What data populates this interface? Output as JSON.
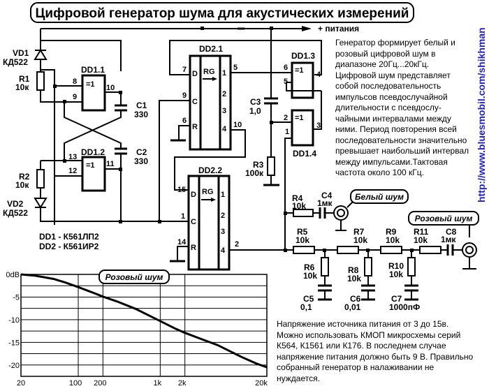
{
  "title": "Цифровой генератор шума для акустических измерений",
  "power_label": "+ питания",
  "url": "http://www.bluesmobil.com/shikhman",
  "description": "Генератор формирует белый и\nрозовый цифровой шум в\nдиапазоне 20Гц...20кГц.\nЦифровой шум представляет\nсобой последовательность\nимпульсов псевдослучайной\nдлительности с  псевдослу-\nчайными интервалами между\nними. Период повторения всей\nпоследовательности значительно\nпревышает наибольший интервал\nмежду импульсами.Тактовая\nчастота около 100 кГц.",
  "notes": "Напряжение источника питания от 3 до 15в.\nМожно использовать КМОП микросхемы серий\nК564, К1561 или К176. В последнем случае\nнапряжение питания должно быть 9 В. Правильно\nсобранный генератор в налаживании не\nнуждается.",
  "parts_list": [
    "DD1 - К561ЛП2",
    "DD2 - К561ИР2"
  ],
  "components": {
    "VD1": {
      "ref": "VD1",
      "value": "КД522"
    },
    "VD2": {
      "ref": "VD2",
      "value": "КД522"
    },
    "R1": {
      "ref": "R1",
      "value": "10к"
    },
    "R2": {
      "ref": "R2",
      "value": "10к"
    },
    "R3": {
      "ref": "R3",
      "value": "100к"
    },
    "R4": {
      "ref": "R4",
      "value": "10k"
    },
    "R5": {
      "ref": "R5",
      "value": "10k"
    },
    "R6": {
      "ref": "R6",
      "value": "10k"
    },
    "R7": {
      "ref": "R7",
      "value": "10k"
    },
    "R8": {
      "ref": "R8",
      "value": "10k"
    },
    "R9": {
      "ref": "R9",
      "value": "10k"
    },
    "R10": {
      "ref": "R10",
      "value": "10k"
    },
    "R11": {
      "ref": "R11",
      "value": "10k"
    },
    "C1": {
      "ref": "C1",
      "value": "330"
    },
    "C2": {
      "ref": "C2",
      "value": "330"
    },
    "C3": {
      "ref": "C3",
      "value": "1,0"
    },
    "C4": {
      "ref": "C4",
      "value": "1мк"
    },
    "C5": {
      "ref": "C5",
      "value": "0,1"
    },
    "C6": {
      "ref": "C6",
      "value": "0,01"
    },
    "C7": {
      "ref": "C7",
      "value": "1000пФ"
    },
    "C8": {
      "ref": "C8",
      "value": "1мк"
    }
  },
  "chips": {
    "DD1_1": {
      "ref": "DD1.1",
      "func": "=1",
      "pins": [
        "8",
        "9",
        "10"
      ]
    },
    "DD1_2": {
      "ref": "DD1.2",
      "func": "=1",
      "pins": [
        "13",
        "12",
        "11"
      ]
    },
    "DD1_3": {
      "ref": "DD1.3",
      "func": "=1",
      "pins": [
        "6",
        "5",
        "4"
      ]
    },
    "DD1_4": {
      "ref": "DD1.4",
      "func": "=1",
      "pins": [
        "2",
        "1",
        "3"
      ]
    },
    "DD2_1": {
      "ref": "DD2.1",
      "func": "RG",
      "inputs": [
        "D",
        "C",
        "R"
      ],
      "in_pins": [
        "7",
        "9",
        "6"
      ],
      "outputs": [
        "1",
        "2",
        "3",
        "4"
      ],
      "out_pins": [
        "5",
        "10"
      ]
    },
    "DD2_2": {
      "ref": "DD2.2",
      "func": "RG",
      "inputs": [
        "D",
        "C",
        "R"
      ],
      "in_pins": [
        "15",
        "1",
        "14"
      ],
      "outputs": [
        "1",
        "2",
        "3",
        "4"
      ],
      "out_pins": [
        "2"
      ]
    }
  },
  "outputs": {
    "white": "Белый шум",
    "pink": "Розовый шум"
  },
  "chart_data": {
    "type": "line",
    "title": "Розовый шум",
    "xlabel": "",
    "ylabel": "",
    "xscale": "log",
    "xlim": [
      20,
      20000
    ],
    "ylim": [
      -22.5,
      0
    ],
    "x_ticks": [
      20,
      100,
      200,
      1000,
      2000,
      20000
    ],
    "x_tick_labels": [
      "20",
      "100",
      "200",
      "1k",
      "2k",
      "20k"
    ],
    "y_ticks": [
      0,
      -5,
      -10,
      -15,
      -20
    ],
    "y_tick_labels": [
      "0dB",
      "-5",
      "-10",
      "-15",
      "-20"
    ],
    "grid": true,
    "series": [
      {
        "name": "Розовый шум",
        "x": [
          20,
          30,
          50,
          70,
          100,
          150,
          200,
          300,
          500,
          700,
          1000,
          1500,
          2000,
          3000,
          5000,
          7000,
          10000,
          15000,
          20000
        ],
        "y": [
          0,
          -0.3,
          -1.0,
          -1.8,
          -2.8,
          -4.0,
          -4.9,
          -6.0,
          -7.6,
          -8.9,
          -10.3,
          -11.9,
          -12.9,
          -14.1,
          -15.6,
          -16.9,
          -18.3,
          -19.7,
          -20.5
        ]
      }
    ]
  }
}
